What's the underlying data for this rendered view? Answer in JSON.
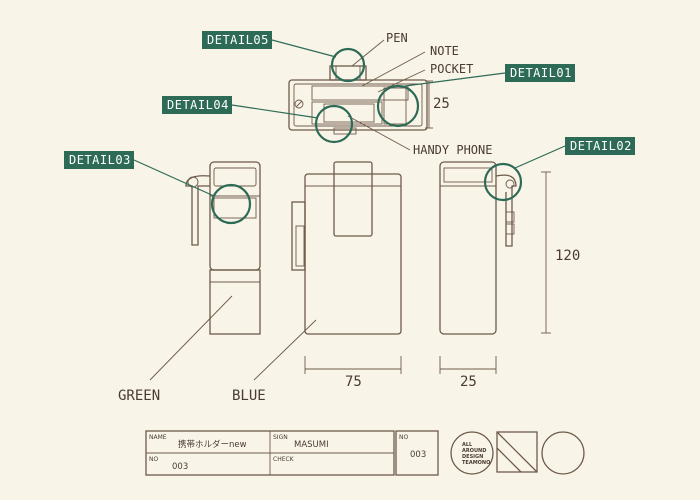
{
  "callouts": {
    "detail01": "DETAIL01",
    "detail02": "DETAIL02",
    "detail03": "DETAIL03",
    "detail04": "DETAIL04",
    "detail05": "DETAIL05"
  },
  "parts": {
    "pen": "PEN",
    "note": "NOTE",
    "pocket": "POCKET",
    "handy_phone": "HANDY PHONE"
  },
  "dimensions": {
    "top_depth": "25",
    "height": "120",
    "width": "75",
    "side_depth": "25"
  },
  "colors_label": {
    "green": "GREEN",
    "blue": "BLUE"
  },
  "title_block": {
    "name_label": "NAME",
    "name_value": "携帯ホルダーnew",
    "sign_label": "SIGN",
    "sign_value": "MASUMI",
    "no_label_left": "NO",
    "no_value_left": "003",
    "check_label": "CHECK",
    "no_label_right": "NO",
    "no_value_right": "003"
  },
  "logo": {
    "line1": "ALL",
    "line2": "AROUND",
    "line3": "DESIGN",
    "line4": "TEAMONO"
  },
  "colors": {
    "line": "#6e5a4a",
    "accent": "#2e6b57",
    "background": "#f8f5e8"
  }
}
